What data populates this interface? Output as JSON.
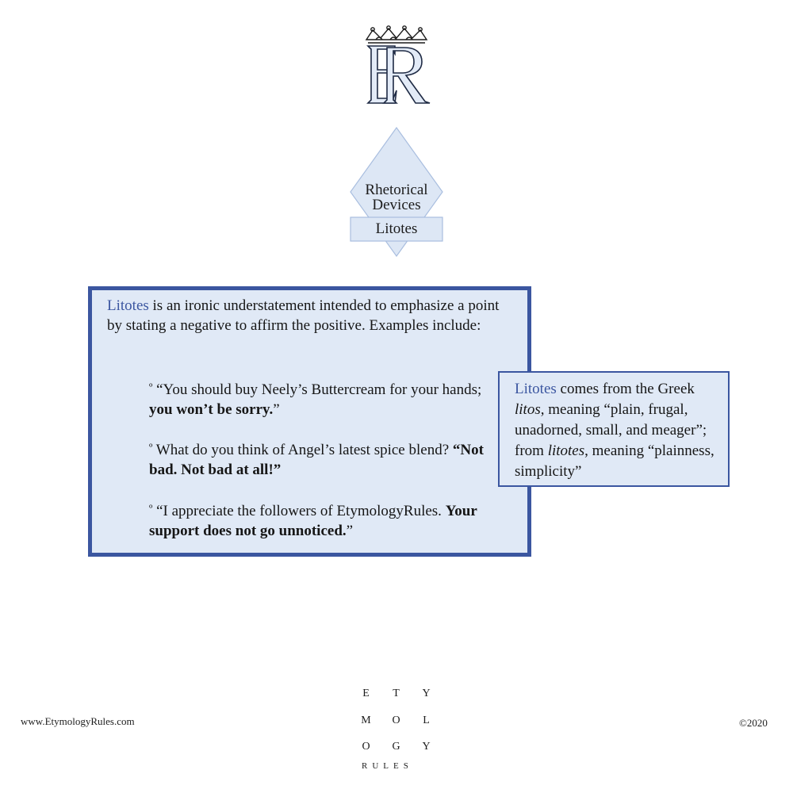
{
  "logo": {
    "letters": "ER",
    "icon": "crown-icon"
  },
  "badge": {
    "title": "Rhetorical Devices",
    "subtitle": "Litotes"
  },
  "definition": {
    "term": "Litotes",
    "text": " is an ironic understatement intended to emphasize a point by stating a negative to affirm the positive. Examples include:",
    "examples": [
      {
        "bullet": "º",
        "plain": "“You should buy Neely’s Buttercream for your hands; ",
        "bold": "you won’t be sorry.",
        "tail": "”"
      },
      {
        "bullet": "º",
        "plain": "What do you think of Angel’s latest spice blend? ",
        "bold": "“Not bad. Not bad at all!”",
        "tail": ""
      },
      {
        "bullet": "º",
        "plain": "“I appreciate the followers of EtymologyRules. ",
        "bold": "Your support does not go unnoticed.",
        "tail": "”"
      }
    ]
  },
  "etymology": {
    "term": "Litotes",
    "part1": " comes from the Greek ",
    "word1": "litos",
    "part2": ", meaning “plain, frugal, unadorned, small, and meager”; from ",
    "word2": "litotes",
    "part3": ", meaning “plainness, simplicity”"
  },
  "footer": {
    "website": "www.EtymologyRules.com",
    "copyright": "©2020",
    "grid": [
      [
        "E",
        "T",
        "Y"
      ],
      [
        "M",
        "O",
        "L"
      ],
      [
        "O",
        "G",
        "Y"
      ]
    ],
    "rules": "RULES"
  },
  "colors": {
    "accent": "#3b56a0",
    "box_fill": "#e0e9f6",
    "badge_fill": "#dde7f5",
    "badge_stroke": "#a9bedf"
  }
}
